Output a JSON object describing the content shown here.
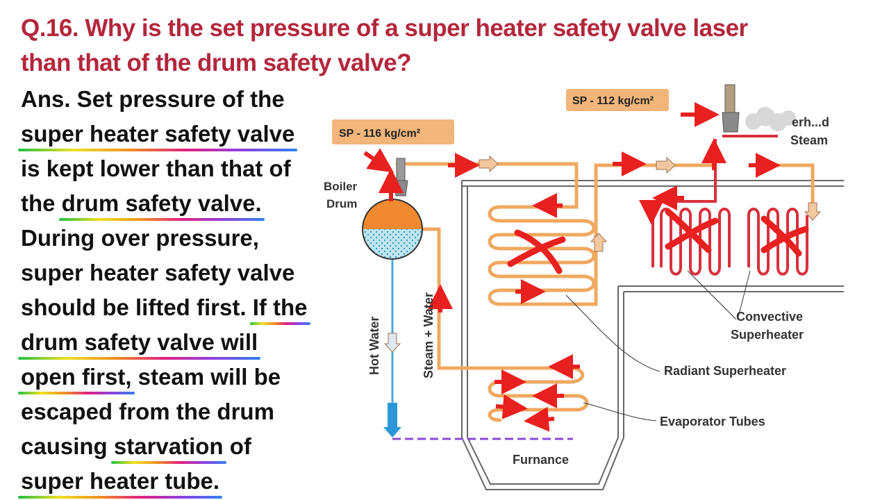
{
  "question": {
    "line1": "Q.16. Why is the set pressure of a super heater safety valve laser",
    "line2": "than that of the drum safety valve?"
  },
  "answer": {
    "l1": "Ans. Set pressure of the",
    "l2": "super heater safety valve",
    "l3": "is kept lower than that of",
    "l4_pre": "the ",
    "l4_hl": "drum safety valve.",
    "l5": "During over pressure,",
    "l6": "super heater safety valve",
    "l7_pre": "should be lifted first. ",
    "l7_hl": "If the",
    "l8": "drum safety valve will",
    "l9_hl": "open first,",
    "l9_post": " steam will be",
    "l10": "escaped from the drum",
    "l11_pre": "causing ",
    "l11_hl": "starvation",
    "l11_post": " of",
    "l12": "super heater tube."
  },
  "diagram": {
    "sp_drum": "SP - 116 kg/cm²",
    "sp_superheater": "SP - 112 kg/cm²",
    "boiler_label_1": "Boiler",
    "boiler_label_2": "Drum",
    "hot_water": "Hot Water",
    "steam_water": "Steam + Water",
    "superheated_partial": "erh...d",
    "steam": "Steam",
    "convective_1": "Convective",
    "convective_2": "Superheater",
    "radiant": "Radiant Superheater",
    "evaporator": "Evaporator Tubes",
    "furnace": "Furnance",
    "colors": {
      "pipe": "#f0a860",
      "superheater": "#d8303c",
      "arrow": "#e82020",
      "water": "#4aa8d8",
      "drum_top": "#f08a30"
    }
  }
}
